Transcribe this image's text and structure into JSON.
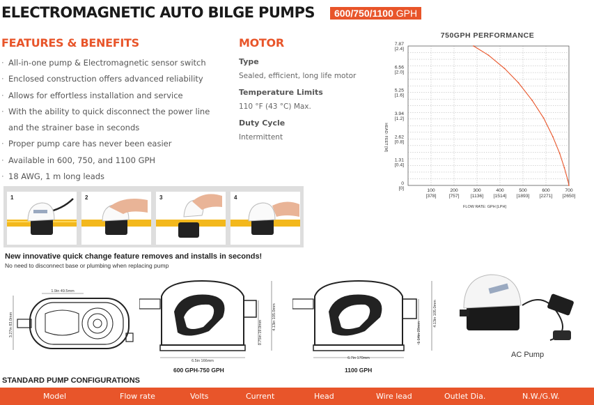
{
  "header": {
    "title": "ELECTROMAGNETIC AUTO BILGE PUMPS",
    "badge_bold": "600/750/1100",
    "badge_rest": " GPH"
  },
  "features": {
    "heading": "FEATURES & BENEFITS",
    "items": [
      "All-in-one pump & Electromagnetic sensor switch",
      "Enclosed construction offers advanced reliability",
      "Allows for effortless installation and service",
      "With the ability to quick disconnect the power line",
      "and the strainer base in seconds",
      "Proper pump care has never been easier",
      "Available in 600, 750, and 1100 GPH",
      "18 AWG, 1 m long leads"
    ]
  },
  "motor": {
    "heading": "MOTOR",
    "type_label": "Type",
    "type_value": "Sealed, efficient, long life motor",
    "temp_label": "Temperature Limits",
    "temp_value": "110 °F (43 °C) Max.",
    "duty_label": "Duty Cycle",
    "duty_value": "Intermittent"
  },
  "chart_data": {
    "type": "line",
    "title": "750GPH PERFORMANCE",
    "xlabel": "FLOW RATE: GPH [LPH]",
    "ylabel": "HEAD: FEET [M]",
    "xlim": [
      0,
      700
    ],
    "ylim": [
      0,
      7.87
    ],
    "x_ticks": [
      {
        "value": 100,
        "label": "100",
        "sub": "[378]"
      },
      {
        "value": 200,
        "label": "200",
        "sub": "[757]"
      },
      {
        "value": 300,
        "label": "300",
        "sub": "[1136]"
      },
      {
        "value": 400,
        "label": "400",
        "sub": "[1514]"
      },
      {
        "value": 500,
        "label": "500",
        "sub": "[1893]"
      },
      {
        "value": 600,
        "label": "600",
        "sub": "[2271]"
      },
      {
        "value": 700,
        "label": "700",
        "sub": "[2650]"
      }
    ],
    "y_ticks": [
      {
        "value": 0,
        "label": "0",
        "sub": "[0]"
      },
      {
        "value": 1.31,
        "label": "1.31",
        "sub": "[0.4]"
      },
      {
        "value": 2.62,
        "label": "2.62",
        "sub": "[0.8]"
      },
      {
        "value": 3.94,
        "label": "3.94",
        "sub": "[1.2]"
      },
      {
        "value": 5.25,
        "label": "5.25",
        "sub": "[1.6]"
      },
      {
        "value": 6.56,
        "label": "6.56",
        "sub": "[2.0]"
      },
      {
        "value": 7.87,
        "label": "7.87",
        "sub": "[2.4]"
      }
    ],
    "grid": true,
    "series_color": "#e8552a",
    "x": [
      285,
      350,
      420,
      480,
      540,
      590,
      630,
      660,
      680,
      695,
      700
    ],
    "y": [
      7.87,
      7.35,
      6.6,
      5.8,
      4.8,
      3.8,
      2.75,
      1.8,
      1.0,
      0.3,
      0
    ]
  },
  "photos": {
    "items": [
      {
        "num": "1"
      },
      {
        "num": "2"
      },
      {
        "num": "3"
      },
      {
        "num": "4"
      }
    ]
  },
  "quick_change": {
    "heading": "New innovative quick change feature removes and installs in seconds!",
    "sub": "No need to disconnect base or plumbing when replacing pump"
  },
  "drawings": {
    "top_width": "1.9in 49.5mm",
    "top_height": "3.27in 83.0mm",
    "a_length": "6.5in 166mm",
    "a_outlet": "0.75in 19.0mm",
    "a_height": "4.13in 105.0mm",
    "a_caption": "600 GPH-750 GPH",
    "b_length": "6.7in 170mm",
    "b_outlet": "1.14in 29mm",
    "b_height": "4.13in 105.0mm",
    "b_caption": "1100 GPH",
    "ac_label": "AC Pump"
  },
  "table": {
    "heading": "STANDARD PUMP CONFIGURATIONS",
    "columns": [
      "Model",
      "Flow rate",
      "Volts",
      "Current",
      "Head",
      "Wire lead",
      "Outlet Dia.",
      "N.W./G.W."
    ]
  },
  "colors": {
    "accent": "#e8552a",
    "hose": "#f3b81c"
  }
}
